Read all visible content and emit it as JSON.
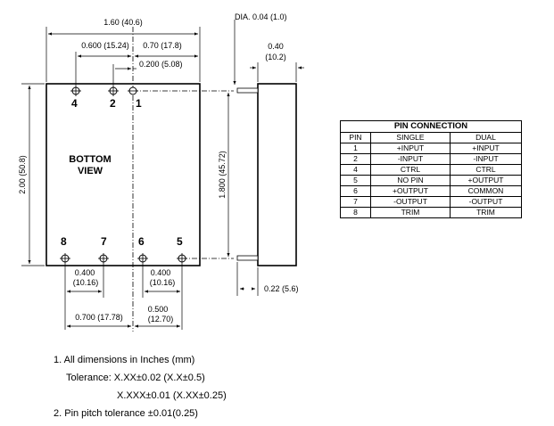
{
  "dimensions": {
    "overall_width": "1.60 (40.6)",
    "pin4_to_pin1": "0.600 (15.24)",
    "pin1_to_right": "0.70 (17.8)",
    "pin2_to_pin1": "0.200 (5.08)",
    "pin_dia": "DIA. 0.04 (1.0)",
    "side_thickness_in": "0.40",
    "side_thickness_mm": "(10.2)",
    "overall_height": "2.00 (50.8)",
    "pin_row_spacing": "1.800 (45.72)",
    "pin_length": "0.22 (5.6)",
    "pin8_to_pin7_in": "0.400",
    "pin8_to_pin7_mm": "(10.16)",
    "pin6_to_pin5_in": "0.400",
    "pin6_to_pin5_mm": "(10.16)",
    "pin8_to_center": "0.700 (17.78)",
    "center_to_pin5_in": "0.500",
    "center_to_pin5_mm": "(12.70)"
  },
  "pins": {
    "top": [
      "4",
      "2",
      "1"
    ],
    "bottom": [
      "8",
      "7",
      "6",
      "5"
    ]
  },
  "view_label": [
    "BOTTOM",
    "VIEW"
  ],
  "pin_table": {
    "title": "PIN CONNECTION",
    "headers": [
      "PIN",
      "SINGLE",
      "DUAL"
    ],
    "rows": [
      [
        "1",
        "+INPUT",
        "+INPUT"
      ],
      [
        "2",
        "-INPUT",
        "-INPUT"
      ],
      [
        "4",
        "CTRL",
        "CTRL"
      ],
      [
        "5",
        "NO PIN",
        "+OUTPUT"
      ],
      [
        "6",
        "+OUTPUT",
        "COMMON"
      ],
      [
        "7",
        "-OUTPUT",
        "-OUTPUT"
      ],
      [
        "8",
        "TRIM",
        "TRIM"
      ]
    ]
  },
  "notes": {
    "line1": "1. All dimensions in Inches (mm)",
    "line2": "Tolerance: X.XX±0.02 (X.X±0.5)",
    "line3": "X.XXX±0.01 (X.XX±0.25)",
    "line4": "2. Pin pitch tolerance ±0.01(0.25)"
  }
}
